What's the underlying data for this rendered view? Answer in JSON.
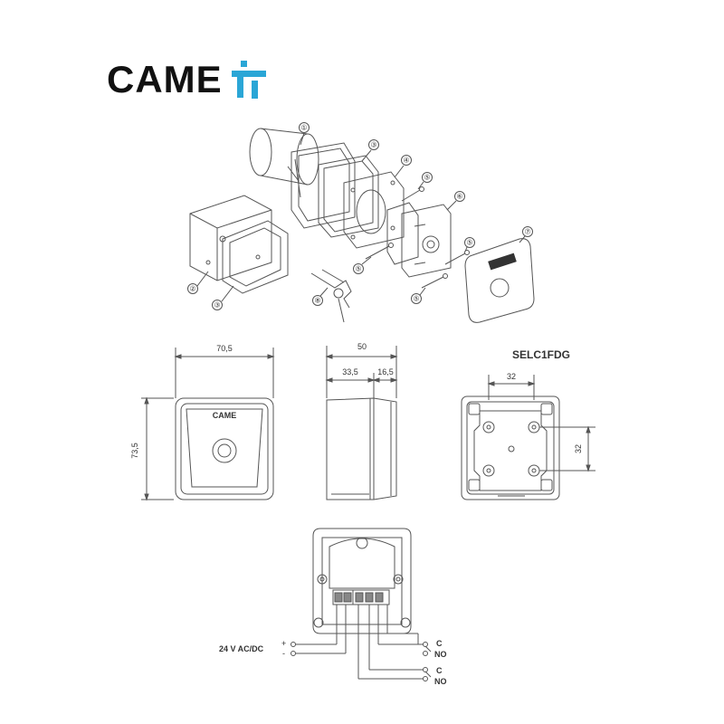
{
  "brand": {
    "name": "CAME",
    "colors": {
      "text": "#111111",
      "accent": "#2aa6d6"
    }
  },
  "exploded_view": {
    "part_numbers": [
      "①",
      "②",
      "③",
      "③",
      "④",
      "⑤",
      "⑤",
      "⑤",
      "⑤",
      "⑥",
      "⑦",
      "⑧"
    ]
  },
  "dimensions": {
    "front_width": "70,5",
    "front_height": "73,5",
    "side_total": "50",
    "side_left": "33,5",
    "side_right": "16,5",
    "model": "SELC1FDG",
    "holes_h": "32",
    "holes_v": "32",
    "front_brand": "CAME"
  },
  "wiring": {
    "power_label": "24 V AC/DC",
    "plus": "+",
    "minus": "-",
    "contact_c_1": "C",
    "contact_no_1": "NO",
    "contact_c_2": "C",
    "contact_no_2": "NO"
  }
}
